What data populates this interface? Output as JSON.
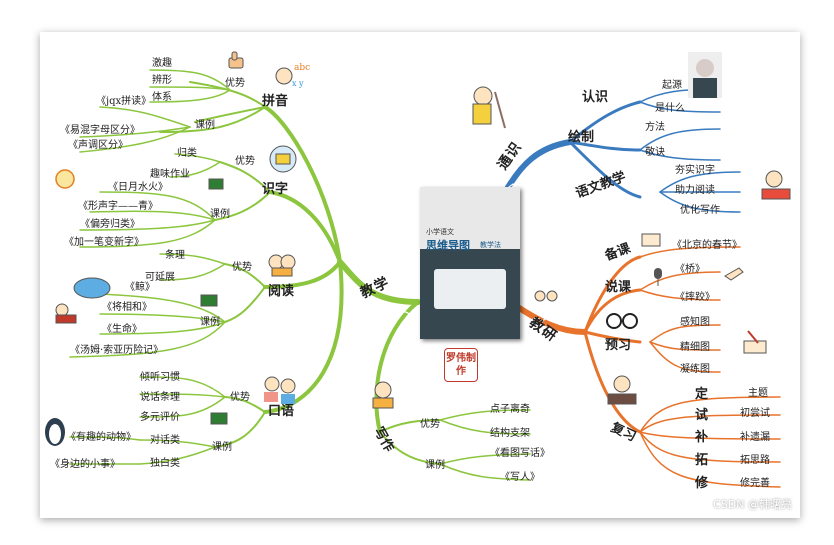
{
  "center": {
    "label": "教学"
  },
  "book": {
    "small_title": "小学语文",
    "title": "思维导图",
    "title_suffix": "教学法"
  },
  "stamp": {
    "text": "罗伟制作"
  },
  "watermark": "CSDN @韩曙亮",
  "branches": {
    "pinyin": {
      "title": "拼音",
      "youshi": {
        "label": "优势",
        "items": [
          "激趣",
          "辨形",
          "体系"
        ]
      },
      "keli": {
        "label": "课例",
        "items": [
          "《jqx拼读》",
          "《易混字母区分》",
          "《声调区分》"
        ]
      }
    },
    "shizi": {
      "title": "识字",
      "youshi": {
        "label": "优势",
        "items": [
          "归类",
          "趣味作业"
        ]
      },
      "keli": {
        "label": "课例",
        "items": [
          "《日月水火》",
          "《形声字——青》",
          "《偏旁归类》",
          "《加一笔变新字》"
        ]
      }
    },
    "yuedu": {
      "title": "阅读",
      "youshi": {
        "label": "优势",
        "items": [
          "条理",
          "可延展"
        ]
      },
      "keli": {
        "label": "课例",
        "items": [
          "《鲸》",
          "《将相和》",
          "《生命》",
          "《汤姆·索亚历险记》"
        ]
      }
    },
    "kouyu": {
      "title": "口语",
      "youshi": {
        "label": "优势",
        "items": [
          "倾听习惯",
          "说话条理",
          "多元评价"
        ]
      },
      "keli": {
        "label": "课例",
        "items": [
          "对话类",
          "独白类"
        ],
        "subitems": [
          "《有趣的动物》",
          "《身边的小事》"
        ]
      }
    },
    "xiezuo": {
      "title": "写作",
      "youshi": {
        "label": "优势",
        "items": [
          "点子离奇",
          "结构支架"
        ]
      },
      "keli": {
        "label": "课例",
        "items": [
          "《看图写话》",
          "《写人》"
        ]
      }
    },
    "tongshi": {
      "title": "通识",
      "renshi": {
        "label": "认识",
        "items": [
          "起源",
          "是什么"
        ]
      },
      "huizhi": {
        "label": "绘制",
        "items": [
          "方法",
          "敬诀"
        ]
      },
      "yuwen": {
        "label": "语文教学",
        "items": [
          "夯实识字",
          "助力阅读",
          "优化写作"
        ]
      }
    },
    "jiaoyan": {
      "title": "教研",
      "beike": {
        "label": "备课",
        "items": [
          "《北京的春节》"
        ]
      },
      "shuoke": {
        "label": "说课",
        "items": [
          "《桥》",
          "《摔跤》"
        ]
      },
      "yuxi": {
        "label": "预习",
        "items": [
          "感知图",
          "精细图",
          "凝练图"
        ]
      },
      "fuxi": {
        "label": "复习",
        "keys": [
          "定",
          "试",
          "补",
          "拓",
          "修"
        ],
        "items": [
          "主题",
          "初尝试",
          "补遗漏",
          "拓思路",
          "修完善"
        ]
      }
    }
  },
  "colors": {
    "green": "#8cc63f",
    "blue": "#3a7bbf",
    "orange": "#e8732c",
    "stamp": "#c0392b"
  }
}
